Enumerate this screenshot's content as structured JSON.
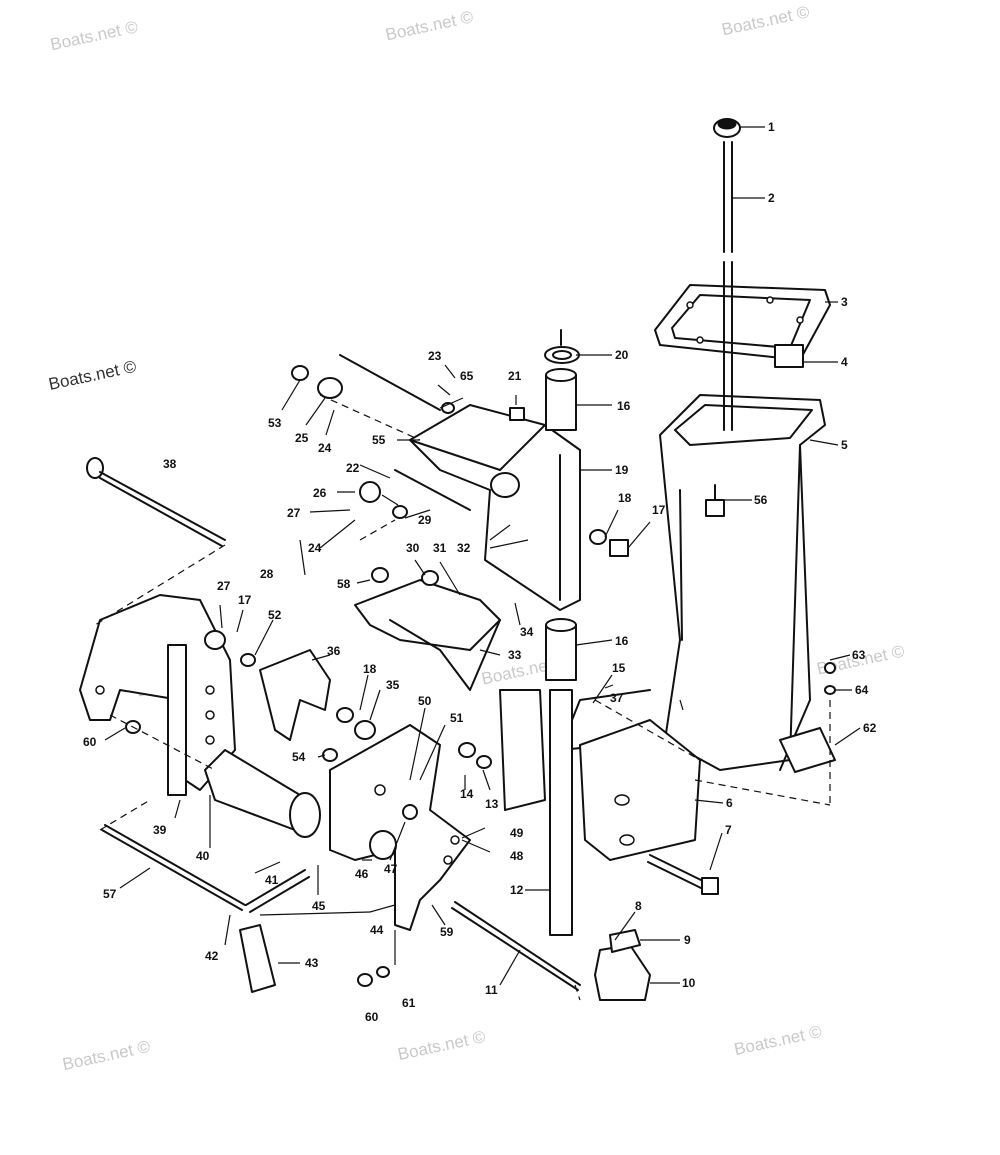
{
  "watermark": {
    "text": "Boats.net ©"
  },
  "callouts": {
    "c1": "1",
    "c2": "2",
    "c3": "3",
    "c4": "4",
    "c5": "5",
    "c6": "6",
    "c7": "7",
    "c8": "8",
    "c9": "9",
    "c10": "10",
    "c11": "11",
    "c12": "12",
    "c13": "13",
    "c14": "14",
    "c15": "15",
    "c16a": "16",
    "c16b": "16",
    "c17a": "17",
    "c17b": "17",
    "c18a": "18",
    "c18b": "18",
    "c19": "19",
    "c20": "20",
    "c21": "21",
    "c22": "22",
    "c23": "23",
    "c24a": "24",
    "c24b": "24",
    "c25": "25",
    "c26": "26",
    "c27a": "27",
    "c27b": "27",
    "c28": "28",
    "c29": "29",
    "c30": "30",
    "c31": "31",
    "c32": "32",
    "c33": "33",
    "c34": "34",
    "c35": "35",
    "c36": "36",
    "c37": "37",
    "c38": "38",
    "c39": "39",
    "c40": "40",
    "c41": "41",
    "c42": "42",
    "c43": "43",
    "c44": "44",
    "c45": "45",
    "c46": "46",
    "c47": "47",
    "c48": "48",
    "c49": "49",
    "c50": "50",
    "c51": "51",
    "c52": "52",
    "c53": "53",
    "c54": "54",
    "c55": "55",
    "c56": "56",
    "c57": "57",
    "c58": "58",
    "c59": "59",
    "c60a": "60",
    "c60b": "60",
    "c61": "61",
    "c62": "62",
    "c63": "63",
    "c64": "64",
    "c65": "65"
  }
}
